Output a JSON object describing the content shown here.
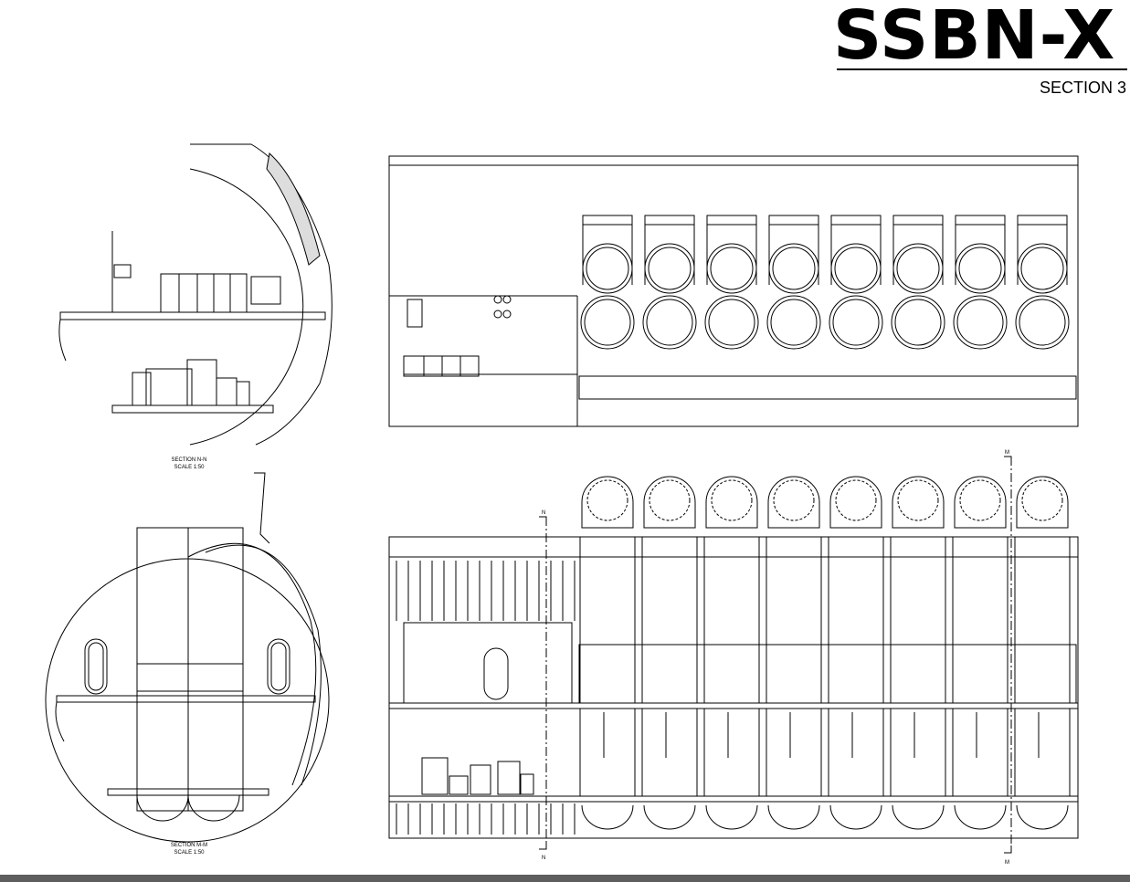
{
  "title": "SSBN-X",
  "subtitle": "SECTION 3",
  "views": {
    "section_n": {
      "caption": "SECTION N-N",
      "scale": "SCALE 1:50"
    },
    "section_m": {
      "caption": "SECTION M-M",
      "scale": "SCALE 1:50"
    }
  },
  "markers": {
    "n": "N",
    "m": "M"
  },
  "tube_count": 8
}
